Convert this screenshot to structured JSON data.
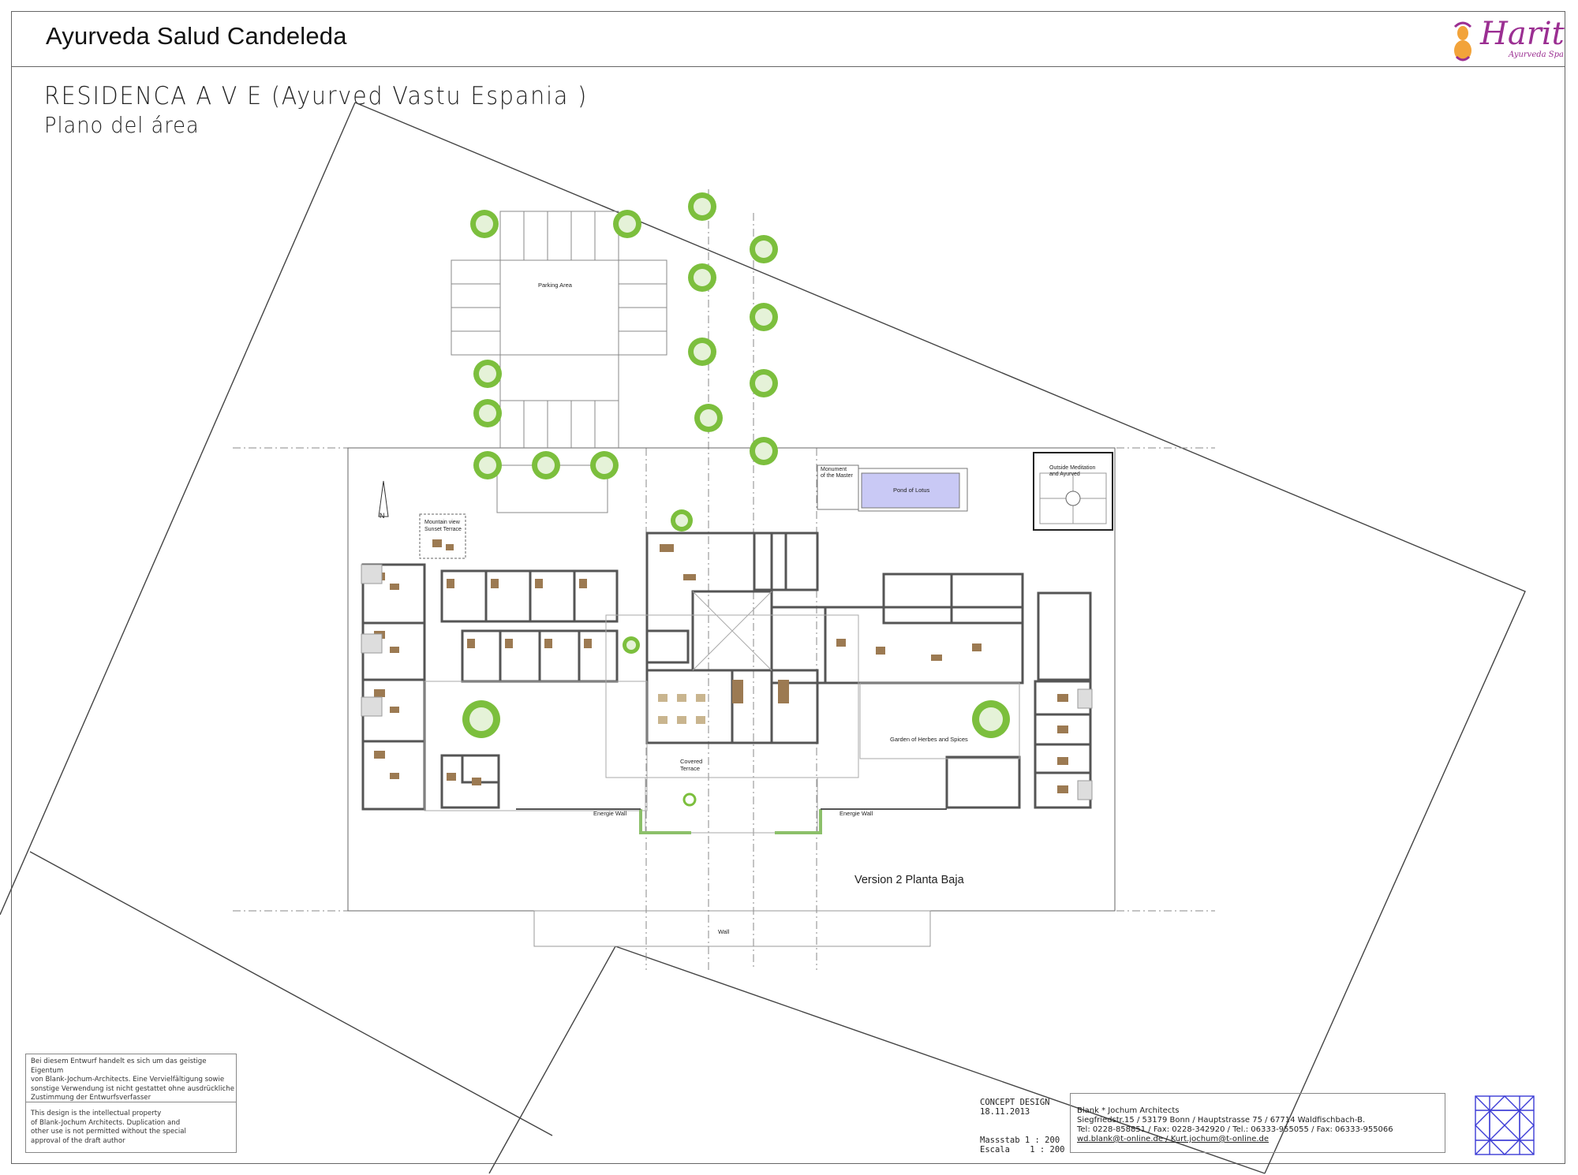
{
  "header": {
    "title": "Ayurveda Salud Candeleda",
    "subtitle_line1": "RESIDENCA   A V E   (Ayurved Vastu Espania )",
    "subtitle_line2": "Plano del área",
    "logo_word": "Harit",
    "logo_tagline": "Ayurveda Spa",
    "logo_colors": {
      "primary": "#9b2f92",
      "accent": "#f2a33a"
    }
  },
  "plan": {
    "labels": {
      "parking": "Parking Area",
      "monument": "Monument",
      "monument2": "of the Master",
      "pond": "Pond of Lotus",
      "meditation1": "Outside Meditation",
      "meditation2": "and Ayurved",
      "mountain1": "Mountain view",
      "mountain2": "Sunset Terrace",
      "covered1": "Covered",
      "covered2": "Terrace",
      "garden": "Garden of Herbes and Spices",
      "energie_wall_left": "Energie Wall",
      "energie_wall_right": "Energie Wall",
      "version": "Version 2 Planta Baja",
      "wall": "Wall",
      "north": "N",
      "terrace": "Terrace"
    },
    "colors": {
      "tree": "#7cbf3d",
      "pond": "#c9c9f5",
      "furniture": "#9c7a52",
      "wall": "#555555",
      "hedge": "#8cc06a"
    }
  },
  "footer": {
    "disclaimer_de": [
      "Bei diesem Entwurf handelt es sich um das geistige Eigentum",
      "von Blank-Jochum-Architects. Eine Vervielfältigung sowie",
      "sonstige Verwendung ist nicht gestattet ohne ausdrückliche",
      "Zustimmung der Entwurfsverfasser"
    ],
    "disclaimer_en": [
      "This design is the intellectual property",
      "of Blank-Jochum Architects. Duplication and",
      "other use is not permitted without the special",
      "approval of the draft author"
    ],
    "concept_title": "CONCEPT DESIGN",
    "concept_date": "18.11.2013",
    "scale_de": "Massstab 1 : 200",
    "scale_es": "Escala    1 : 200",
    "architect_lines": [
      "Blank * Jochum Architects",
      "Siegfriedstr.15 / 53179 Bonn / Hauptstrasse 75 / 67714 Waldfischbach-B.",
      "Tel: 0228-858851 / Fax: 0228-342920 / Tel.: 06333-955055 / Fax: 06333-955066",
      "wd.blank@t-online.de / Kurt.jochum@t-online.de"
    ],
    "mandala_color": "#3b3bd6"
  }
}
